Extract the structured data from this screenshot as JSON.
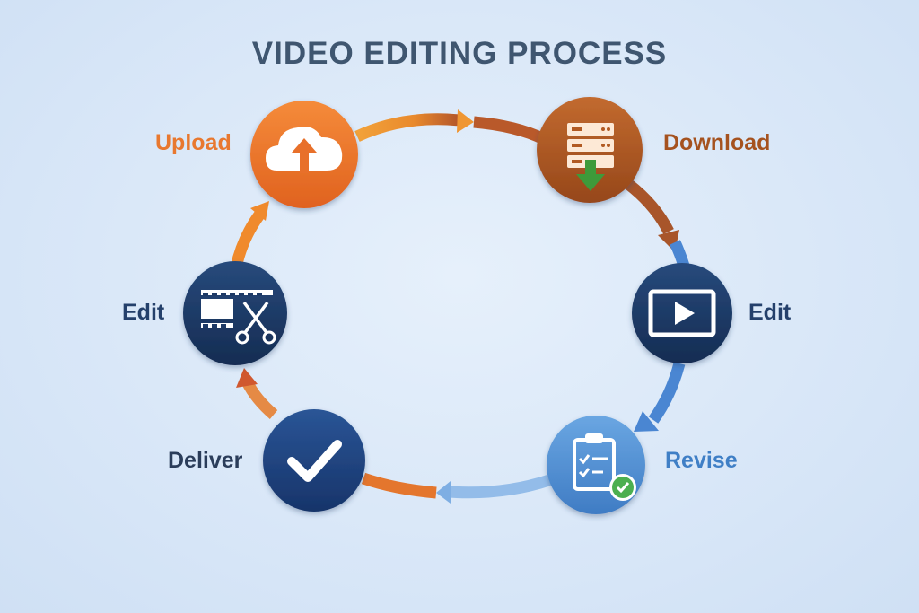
{
  "title": "VIDEO EDITING PROCESS",
  "nodes": [
    {
      "id": "upload",
      "label": "Upload",
      "icon": "cloud-upload-icon",
      "color": "#ee7025",
      "label_color": "#e8782f"
    },
    {
      "id": "download",
      "label": "Download",
      "icon": "server-download-icon",
      "color": "#b25a22",
      "label_color": "#a5521f"
    },
    {
      "id": "edit-right",
      "label": "Edit",
      "icon": "video-play-icon",
      "color": "#1e3a66",
      "label_color": "#24406b"
    },
    {
      "id": "revise",
      "label": "Revise",
      "icon": "clipboard-check-icon",
      "color": "#4f8ed2",
      "label_color": "#3f7fc6"
    },
    {
      "id": "deliver",
      "label": "Deliver",
      "icon": "checkmark-icon",
      "color": "#1f4580",
      "label_color": "#2b3d5a"
    },
    {
      "id": "edit-left",
      "label": "Edit",
      "icon": "film-scissors-icon",
      "color": "#1e3a66",
      "label_color": "#24406b"
    }
  ],
  "colors": {
    "orange": "#f08a2c",
    "brown": "#b5592a",
    "blue": "#4b86d0",
    "light_blue": "#8db7e6",
    "navy": "#1e3a66",
    "green": "#4caf50"
  }
}
